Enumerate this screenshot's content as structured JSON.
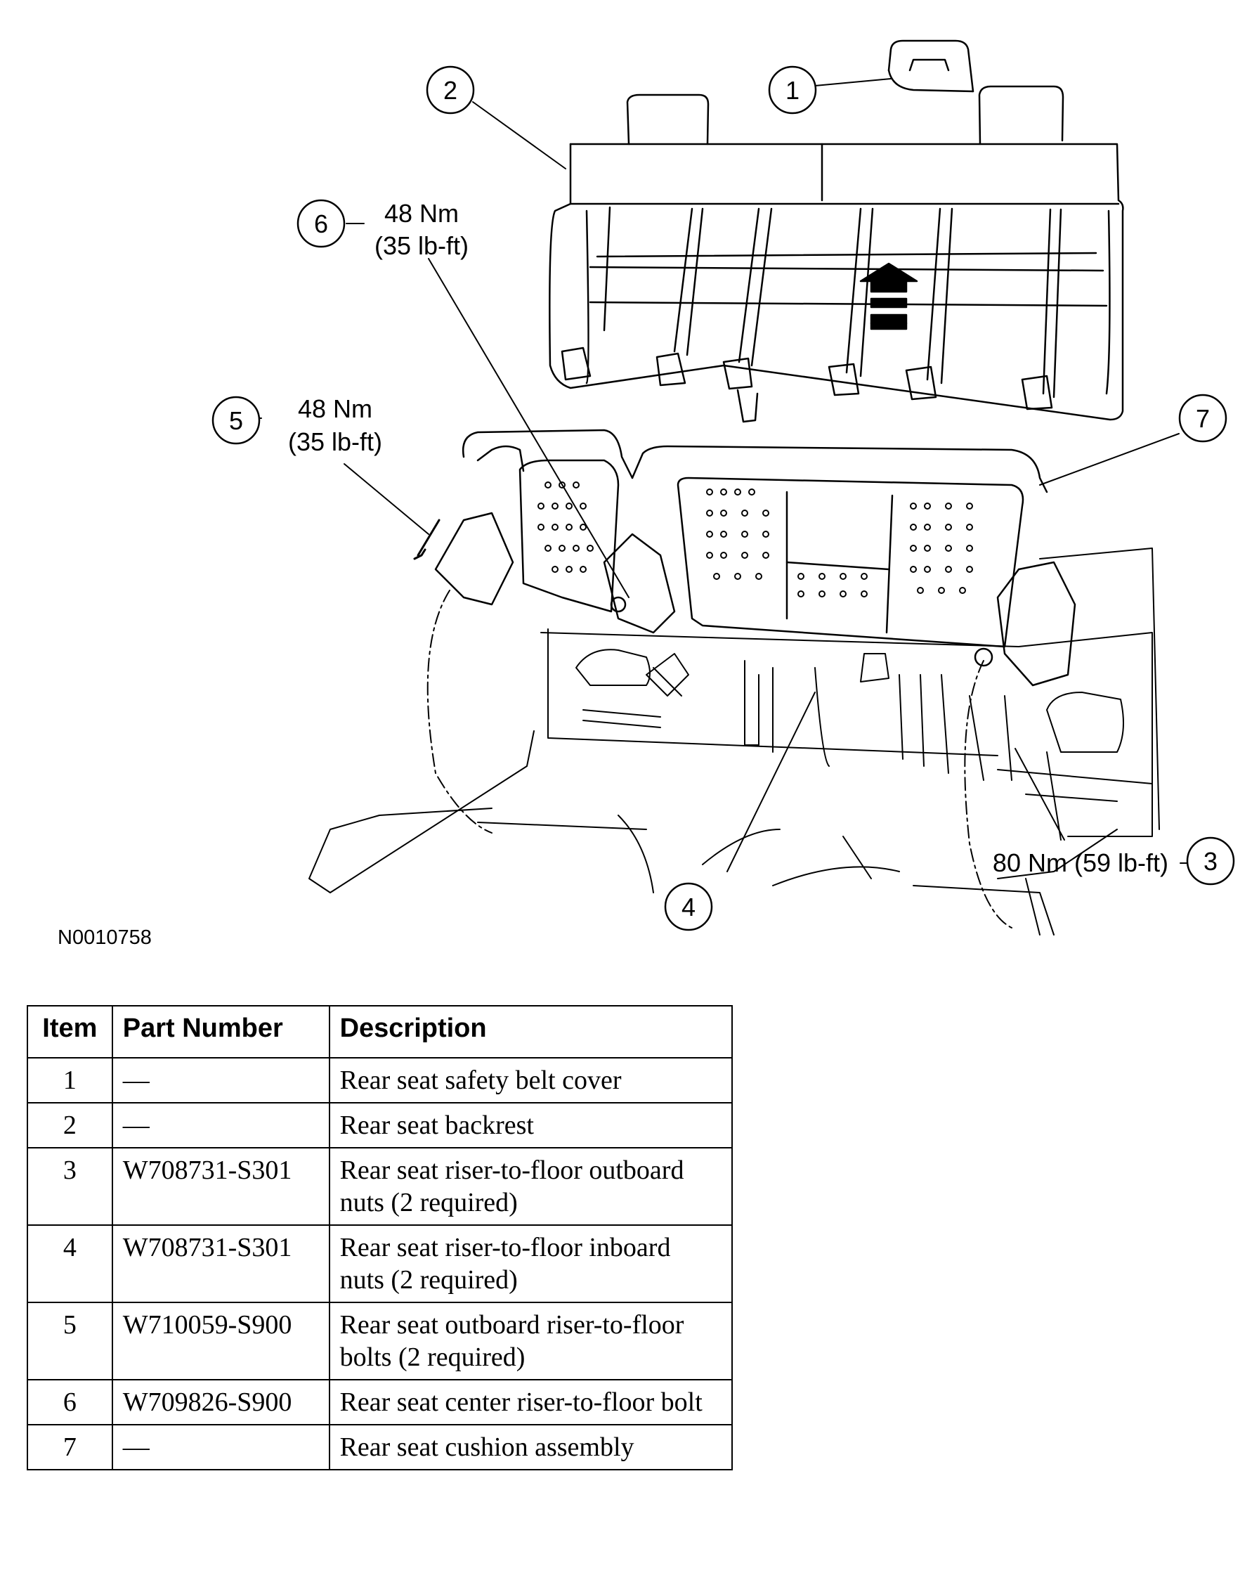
{
  "figure_id": "N0010758",
  "callouts": [
    {
      "num": "1"
    },
    {
      "num": "2"
    },
    {
      "num": "3",
      "torque": "80 Nm (59 lb-ft)"
    },
    {
      "num": "4"
    },
    {
      "num": "5",
      "torque_line1": "48 Nm",
      "torque_line2": "(35 lb-ft)"
    },
    {
      "num": "6",
      "torque_line1": "48 Nm",
      "torque_line2": "(35 lb-ft)"
    },
    {
      "num": "7"
    }
  ],
  "table": {
    "headers": {
      "item": "Item",
      "part_number": "Part Number",
      "description": "Description"
    },
    "rows": [
      {
        "item": "1",
        "part_number": "—",
        "description": "Rear seat safety belt cover"
      },
      {
        "item": "2",
        "part_number": "—",
        "description": "Rear seat backrest"
      },
      {
        "item": "3",
        "part_number": "W708731-S301",
        "description": "Rear seat riser-to-floor outboard nuts (2 required)"
      },
      {
        "item": "4",
        "part_number": "W708731-S301",
        "description": "Rear seat riser-to-floor inboard nuts (2 required)"
      },
      {
        "item": "5",
        "part_number": "W710059-S900",
        "description": "Rear seat outboard riser-to-floor bolts (2 required)"
      },
      {
        "item": "6",
        "part_number": "W709826-S900",
        "description": "Rear seat center riser-to-floor bolt"
      },
      {
        "item": "7",
        "part_number": "—",
        "description": "Rear seat cushion assembly"
      }
    ]
  }
}
